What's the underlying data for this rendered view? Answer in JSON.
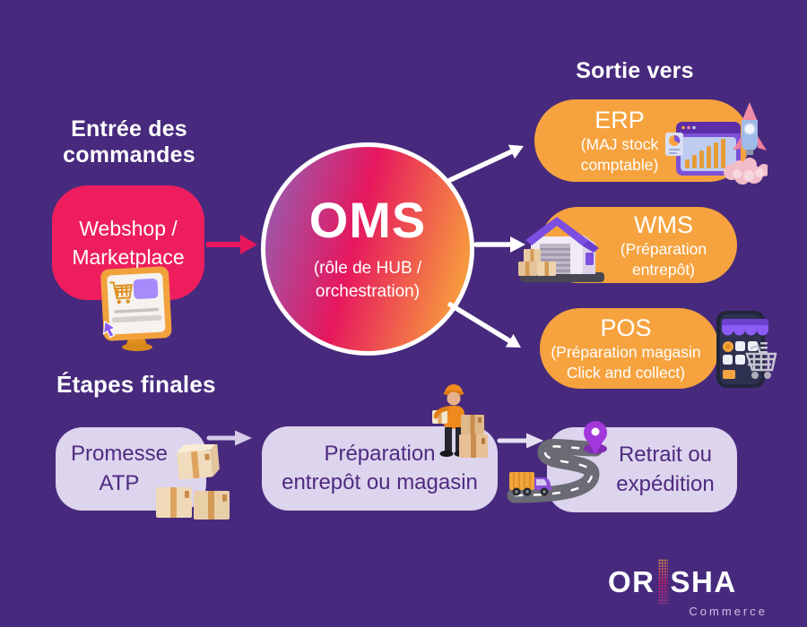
{
  "colors": {
    "background": "#472A7D",
    "accent_pink": "#EE1E5E",
    "accent_orange": "#F6A33F",
    "box_lavender": "#DDD4EE",
    "step_text_purple": "#4F2B80",
    "hub_gradient": [
      "#8F63B9",
      "#E6175E",
      "#F79A3E"
    ]
  },
  "entry": {
    "heading": [
      "Entrée des",
      "commandes"
    ],
    "source": [
      "Webshop /",
      "Marketplace"
    ],
    "source_icon": "webshop-monitor-cart-icon"
  },
  "hub": {
    "title": "OMS",
    "subtitle": [
      "(rôle de HUB /",
      "orchestration)"
    ]
  },
  "outputs": {
    "heading": "Sortie vers",
    "items": [
      {
        "name": "ERP",
        "desc": [
          "(MAJ stock",
          "comptable)"
        ],
        "icon": "dashboard-rocket-icon"
      },
      {
        "name": "WMS",
        "desc": [
          "(Préparation",
          "entrepôt)"
        ],
        "icon": "warehouse-boxes-icon"
      },
      {
        "name": "POS",
        "desc": [
          "(Préparation magasin",
          "Click and collect)"
        ],
        "icon": "phone-store-cart-icon"
      }
    ]
  },
  "final_steps": {
    "heading": "Étapes finales",
    "items": [
      {
        "label": [
          "Promesse",
          "ATP"
        ],
        "icon": "package-stack-icon"
      },
      {
        "label": [
          "Préparation",
          "entrepôt ou magasin"
        ],
        "icon": "delivery-person-icon"
      },
      {
        "label": [
          "Retrait ou",
          "expédition"
        ],
        "icon": "road-pin-truck-icon"
      }
    ]
  },
  "logo": {
    "brand": "ORISHA",
    "brand_left": "OR",
    "brand_right": "SHA",
    "tagline": "Commerce"
  }
}
